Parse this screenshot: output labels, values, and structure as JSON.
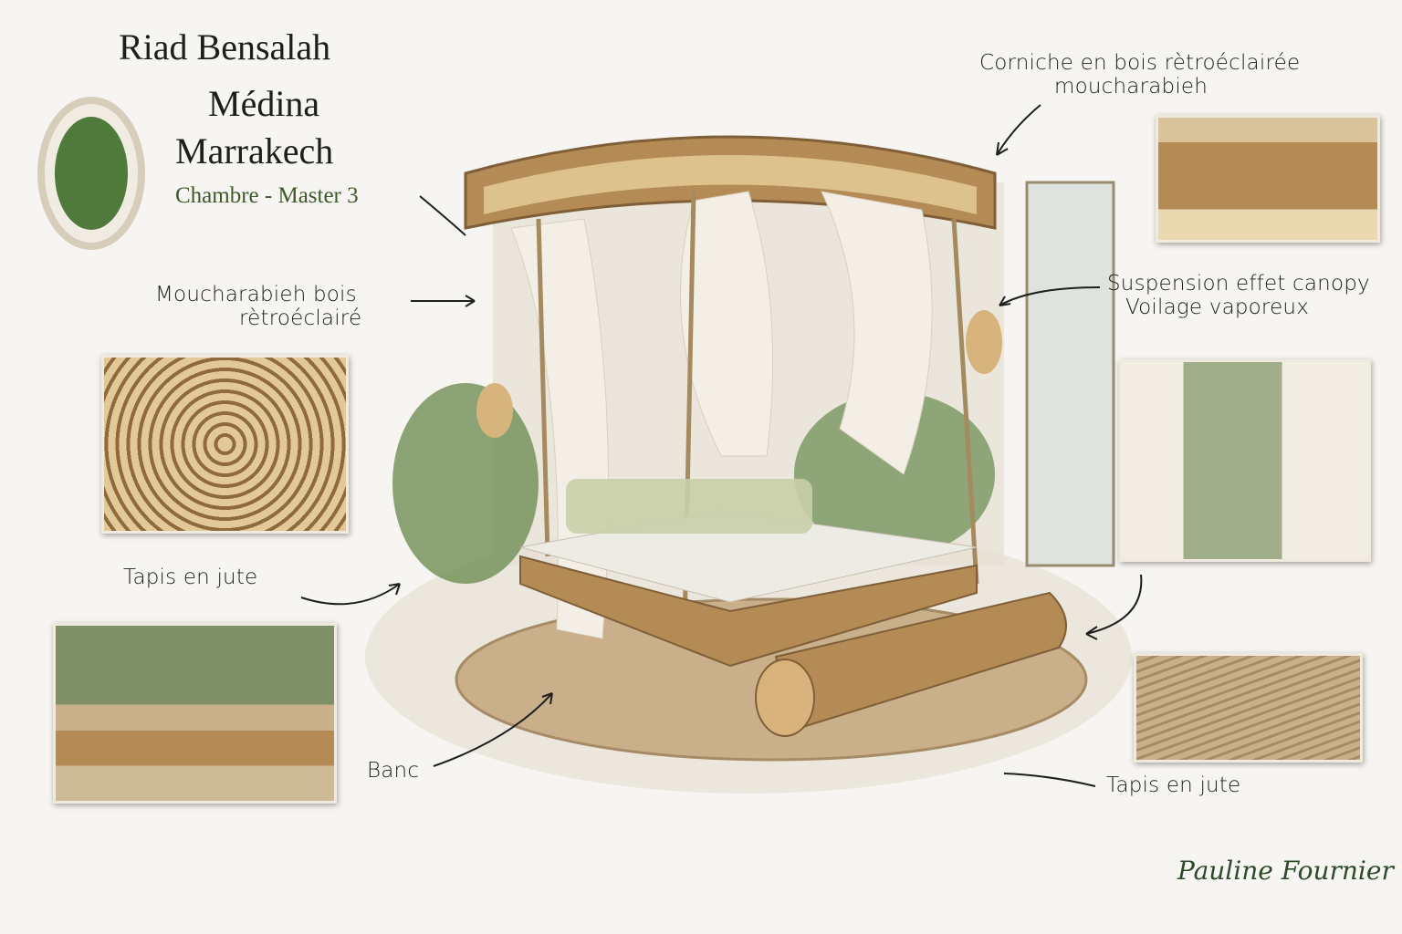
{
  "header": {
    "title_line1": "Riad Bensalah",
    "title_line2": "Médina",
    "title_line3": "Marrakech",
    "subtitle": "Chambre - Master 3"
  },
  "annotations": {
    "corniche_line1": "Corniche en bois rètroéclairée",
    "corniche_line2": "moucharabieh",
    "moucharabieh_line1": "Moucharabieh bois",
    "moucharabieh_line2": "rètroéclairé",
    "suspension_line1": "Suspension effet canopy",
    "suspension_line2": "Voilage vaporeux",
    "tapis_left": "Tapis en jute",
    "banc": "Banc",
    "tapis_right": "Tapis en jute"
  },
  "signature": "Pauline Fournier",
  "colors": {
    "wood": "#b48a55",
    "jute": "#c9b08a",
    "plant": "#5f7f4a",
    "curtain": "#f3efe6",
    "ink": "#1e1e1e"
  }
}
